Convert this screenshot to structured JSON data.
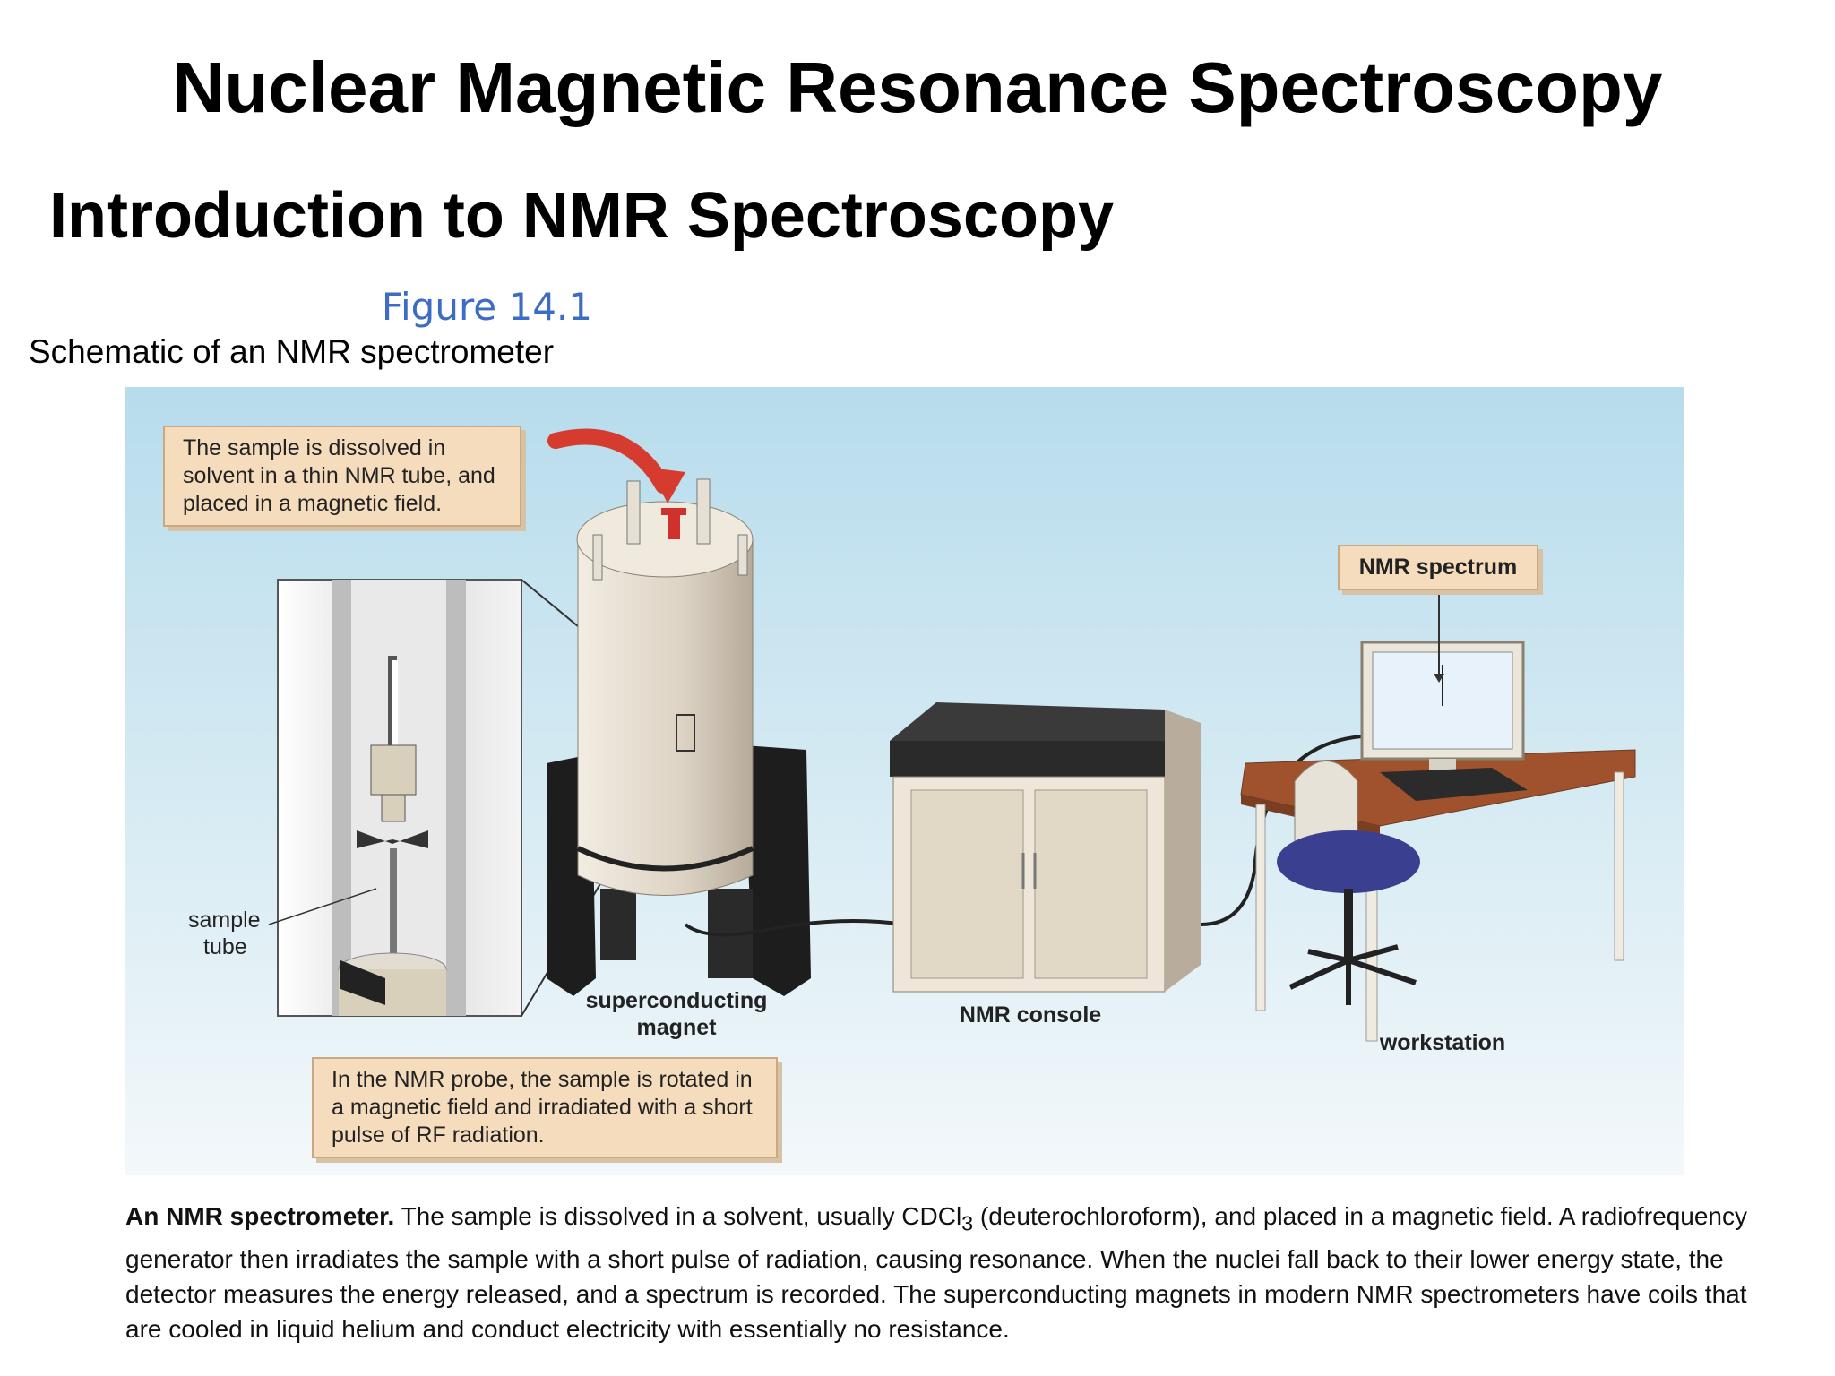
{
  "header": {
    "title": "Nuclear Magnetic Resonance Spectroscopy",
    "subtitle": "Introduction to NMR Spectroscopy"
  },
  "figure": {
    "number": "Figure 14.1",
    "caption": "Schematic of an NMR spectrometer",
    "callouts": {
      "sample_dissolved": "The sample is dissolved in solvent in a thin NMR tube, and placed in a magnetic field.",
      "nmr_probe": "In the NMR probe, the sample is rotated in a magnetic field and irradiated with a short pulse of RF radiation.",
      "nmr_spectrum": "NMR spectrum"
    },
    "labels": {
      "sample_tube_1": "sample",
      "sample_tube_2": "tube",
      "magnet_1": "superconducting",
      "magnet_2": "magnet",
      "console": "NMR console",
      "workstation": "workstation"
    },
    "colors": {
      "background_top": "#b7dcec",
      "background_bottom": "#f3f8fa",
      "callout_fill": "#f5dcbd",
      "arrow": "#d63b2f",
      "chair_seat": "#3a3f8f",
      "desk_top": "#a0522d"
    }
  },
  "footer": {
    "lead": "An NMR spectrometer.",
    "text_before_formula": " The sample is dissolved in a solvent, usually CDCl",
    "formula_subscript": "3",
    "text_after_formula": " (deuterochloroform), and placed in a magnetic field. A radiofrequency generator then irradiates the sample with a short pulse of radiation, causing resonance. When the nuclei fall back to their lower energy state, the detector measures the energy released, and a spectrum is recorded. The superconducting magnets in modern NMR spectrometers have coils that are cooled in liquid helium and conduct electricity with essentially no resistance."
  }
}
